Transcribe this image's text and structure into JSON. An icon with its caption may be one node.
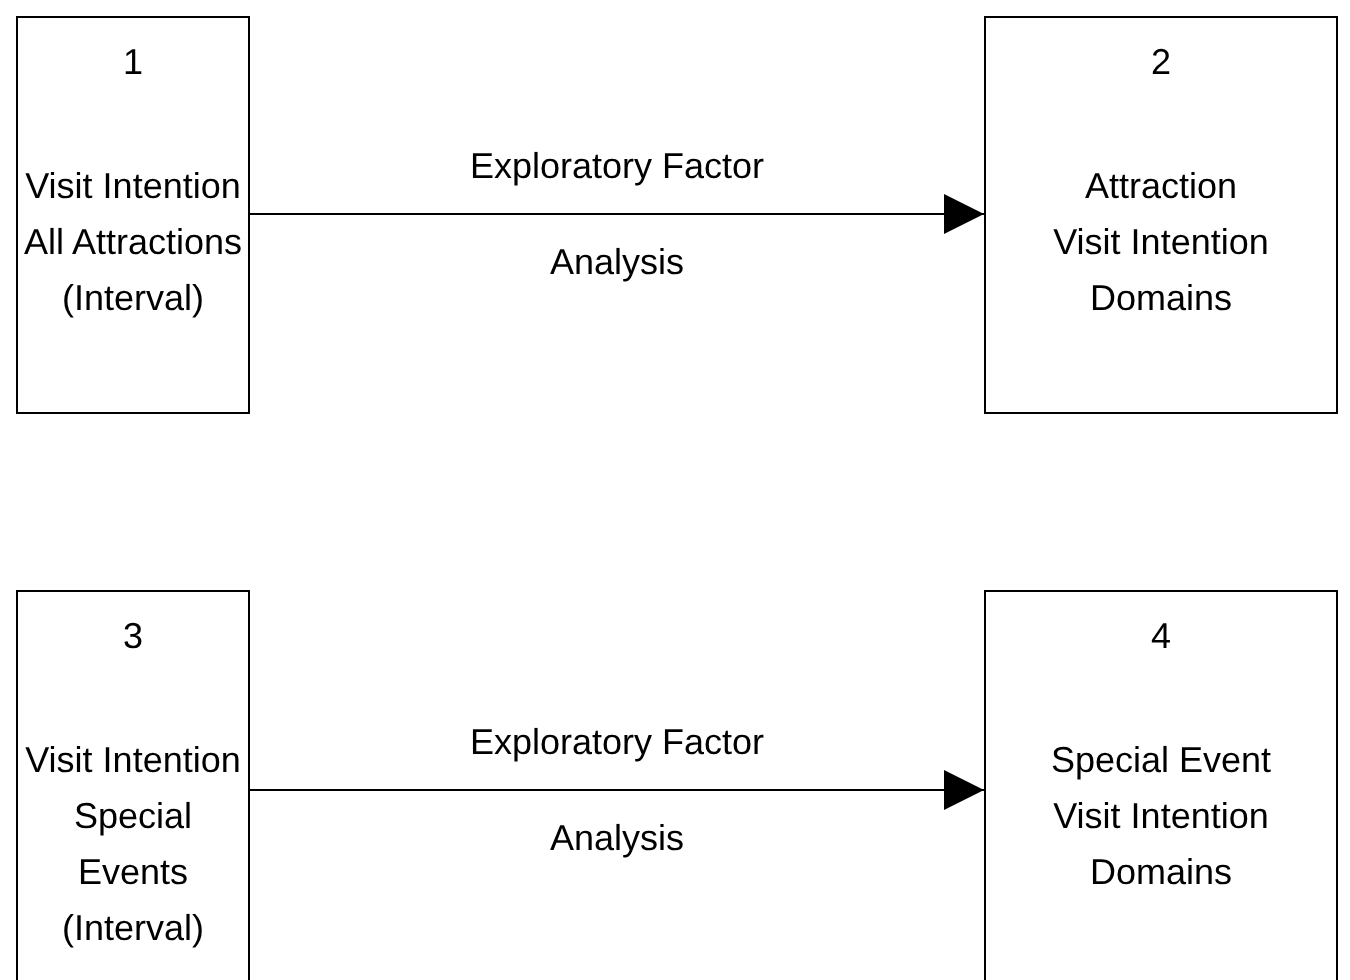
{
  "diagram": {
    "nodes": [
      {
        "text": [
          "1",
          "Visit Intention All Attractions (Interval)"
        ]
      },
      {
        "text": [
          "2",
          "Attraction Visit Intention Domains"
        ]
      },
      {
        "text": [
          "3",
          "Visit Intention Special Events (Interval)"
        ]
      },
      {
        "text": [
          "4",
          "Special Event Visit Intention Domains"
        ]
      }
    ],
    "edges": [
      {
        "from": 0,
        "to": 1,
        "arrow": "to",
        "label": "Exploratory Factor Analysis"
      },
      {
        "from": 2,
        "to": 3,
        "arrow": "to",
        "label": "Exploratory Factor Analysis"
      }
    ]
  }
}
